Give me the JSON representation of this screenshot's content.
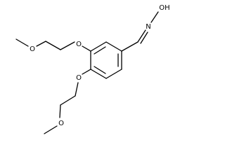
{
  "labels": {
    "oxime_oh": "OH",
    "oxime_n": "N",
    "ether_o_upper": "O",
    "methoxy_o_upper": "O",
    "ether_o_lower": "O",
    "methoxy_o_lower": "O"
  },
  "colors": {
    "ink": "#000000",
    "background": "#ffffff"
  }
}
